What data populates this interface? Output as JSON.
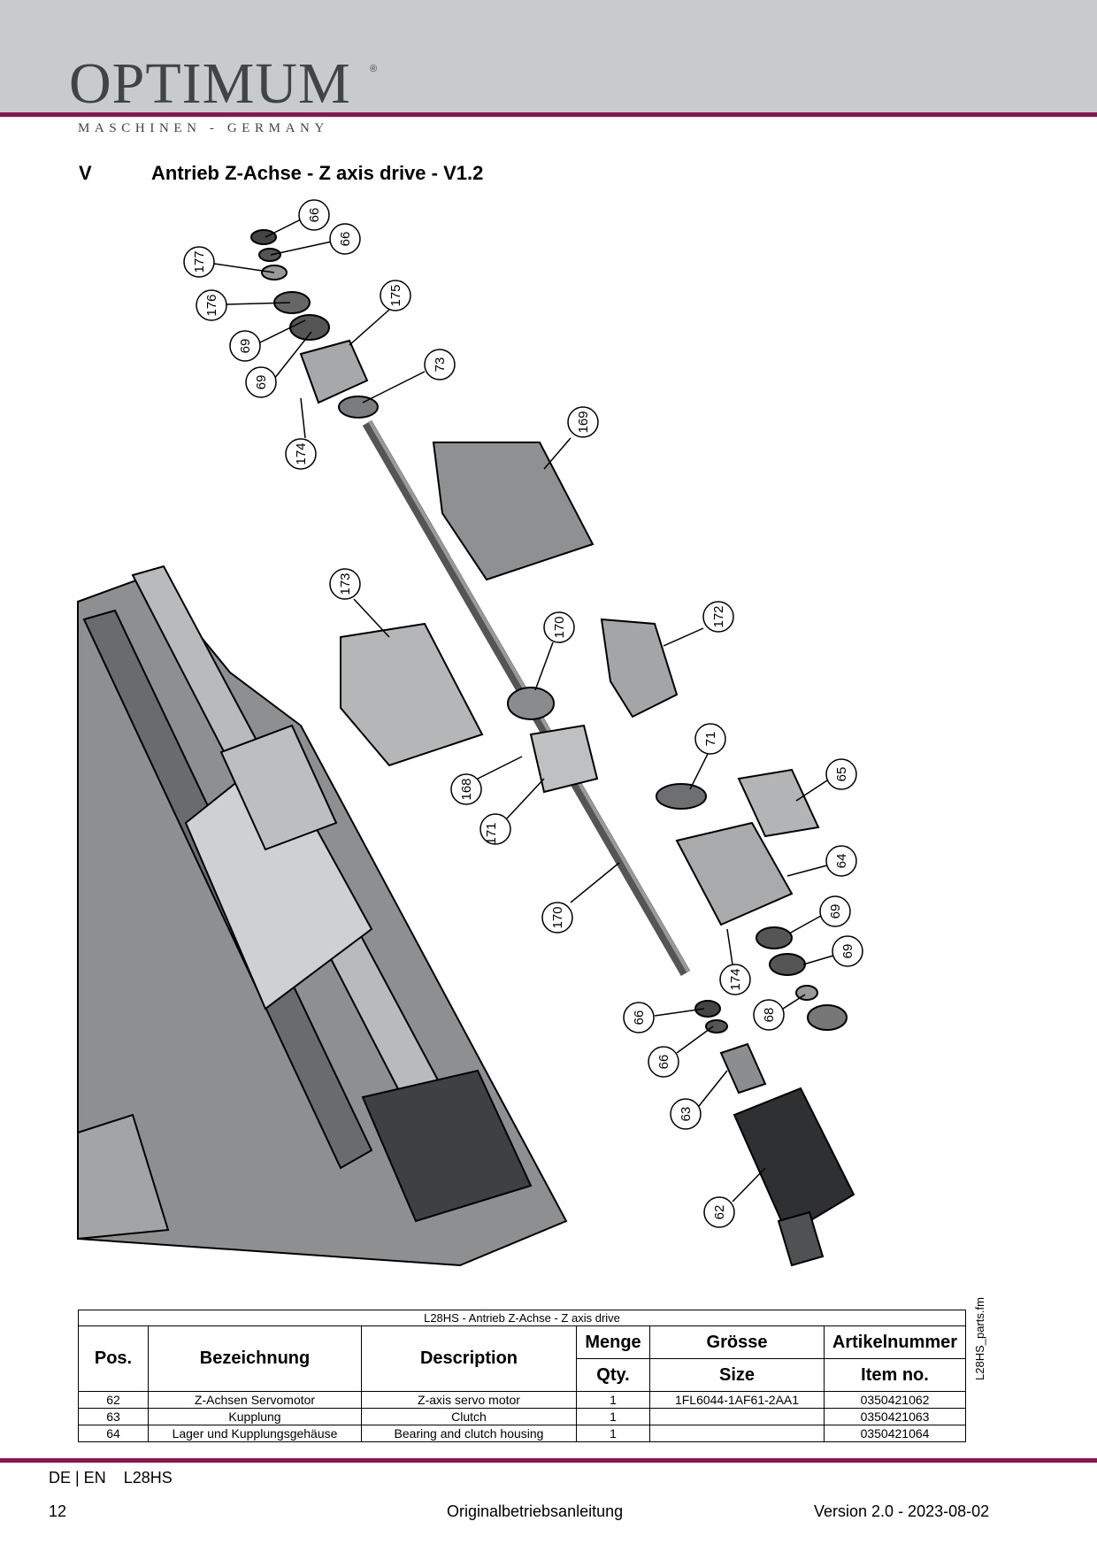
{
  "header": {
    "logo_text": "OPTIMUM",
    "logo_mark": "®",
    "tagline": "MASCHINEN - GERMANY",
    "band_color": "#c8cace",
    "accent_color": "#8a1450"
  },
  "section": {
    "number": "V",
    "title": "Antrieb Z-Achse - Z axis drive - V1.2"
  },
  "callouts": [
    "66",
    "66",
    "177",
    "176",
    "175",
    "69",
    "69",
    "73",
    "174",
    "169",
    "173",
    "170",
    "172",
    "71",
    "65",
    "168",
    "171",
    "64",
    "170",
    "69",
    "69",
    "174",
    "68",
    "66",
    "66",
    "63",
    "62"
  ],
  "table": {
    "caption": "L28HS - Antrieb Z-Achse - Z axis drive",
    "headers": {
      "pos": "Pos.",
      "bezeichnung": "Bezeichnung",
      "description": "Description",
      "menge": "Menge",
      "qty": "Qty.",
      "groesse": "Grösse",
      "size": "Size",
      "artikelnummer": "Artikelnummer",
      "item_no": "Item no."
    },
    "rows": [
      {
        "pos": "62",
        "bezeichnung": "Z-Achsen Servomotor",
        "description": "Z-axis servo motor",
        "qty": "1",
        "size": "1FL6044-1AF61-2AA1",
        "item": "0350421062"
      },
      {
        "pos": "63",
        "bezeichnung": "Kupplung",
        "description": "Clutch",
        "qty": "1",
        "size": "",
        "item": "0350421063"
      },
      {
        "pos": "64",
        "bezeichnung": "Lager und Kupplungsgehäuse",
        "description": "Bearing and clutch housing",
        "qty": "1",
        "size": "",
        "item": "0350421064"
      }
    ]
  },
  "side_label": "L28HS_parts.fm",
  "footer": {
    "lang": "DE | EN    L28HS",
    "page": "12",
    "center": "Originalbetriebsanleitung",
    "version": "Version 2.0 - 2023-08-02"
  }
}
